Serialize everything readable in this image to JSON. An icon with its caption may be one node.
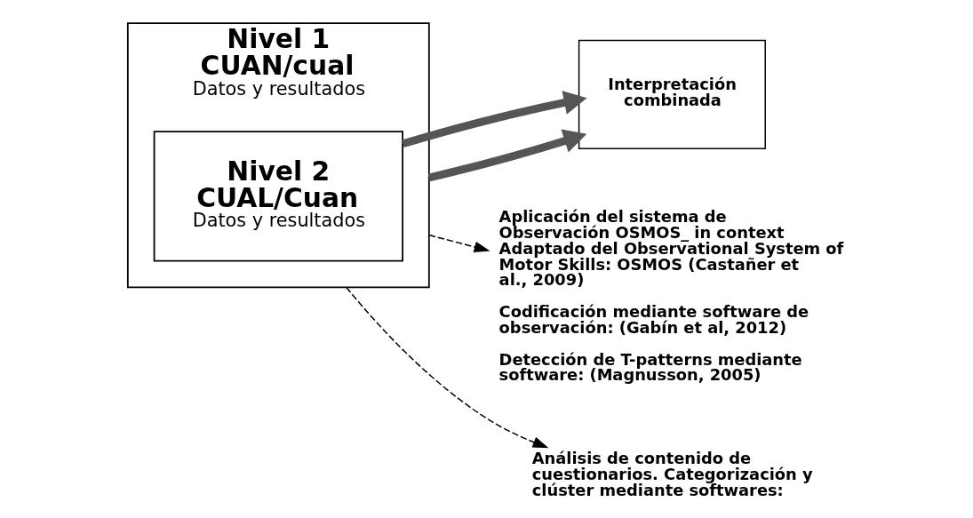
{
  "diagram": {
    "nodes": [
      {
        "text": [
          "Nivel 1 CUAN/cual",
          "Datos y resultados"
        ]
      },
      {
        "text": [
          "Nivel 2 CUAL/Cuan",
          "Datos y resultados"
        ],
        "in": 0
      },
      {
        "text": [
          "Interpretación combinada"
        ]
      },
      {
        "text": [
          "Aplicación del sistema de Observación OSMOS_ in context Adaptado del Observational System of Motor Skills: OSMOS (Castañer et al., 2009)",
          "Codificación mediante software de observación: (Gabín et al, 2012)",
          "Detección de T-patterns mediante software: (Magnusson, 2005)"
        ]
      },
      {
        "text": [
          "Análisis de contenido de cuestionarios. Categorización y clúster mediante softwares:"
        ]
      }
    ],
    "edges": [
      {
        "from": 0,
        "to": 3,
        "arrow": "to",
        "style": "dashed"
      },
      {
        "from": 0,
        "to": 2,
        "arrow": "to",
        "style": "thick",
        "color": "#555555"
      },
      {
        "from": 1,
        "to": 2,
        "arrow": "to",
        "style": "thick",
        "color": "#555555"
      },
      {
        "from": 0,
        "to": 4,
        "arrow": "to",
        "style": "dashed"
      }
    ]
  }
}
